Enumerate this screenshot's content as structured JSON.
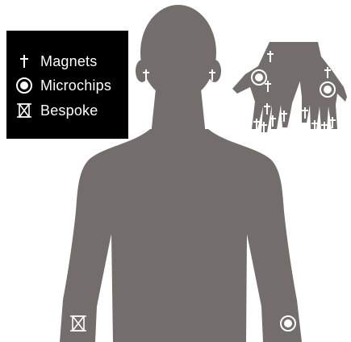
{
  "colors": {
    "silhouette": "#736e6b",
    "background": "#ffffff",
    "legend_background": "#000000",
    "marker": "#ffffff"
  },
  "legend": {
    "items": [
      {
        "label": "Magnets",
        "icon": "cross-icon"
      },
      {
        "label": "Microchips",
        "icon": "circle-dot-icon"
      },
      {
        "label": "Bespoke",
        "icon": "boxed-x-icon"
      }
    ]
  }
}
